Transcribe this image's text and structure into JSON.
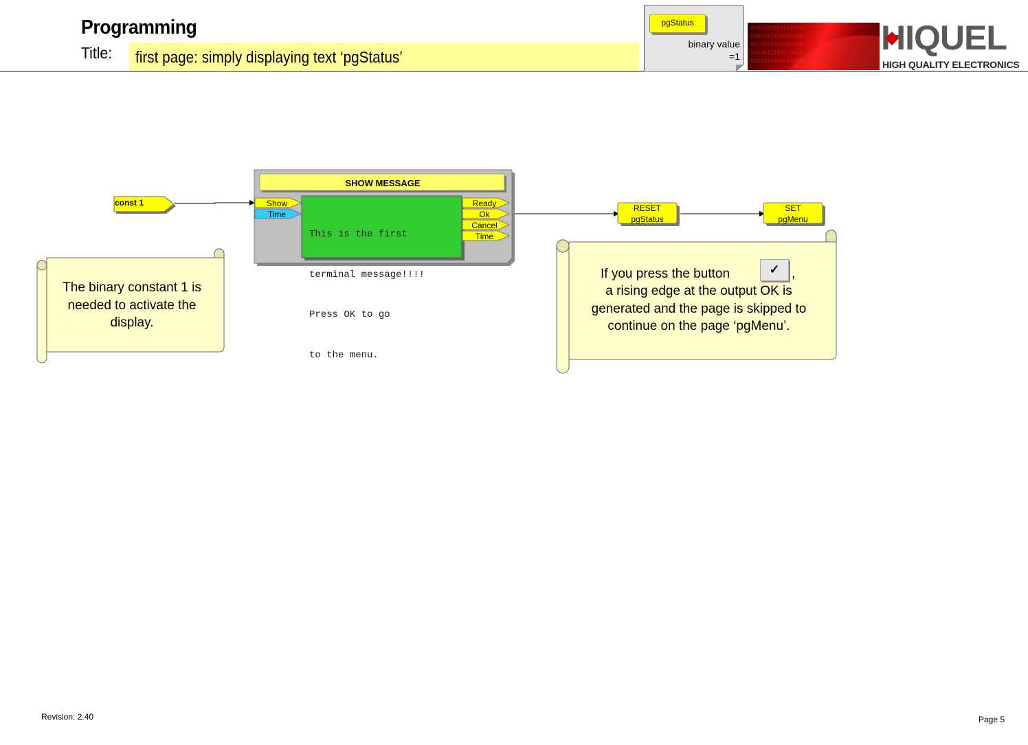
{
  "header": {
    "section": "Programming",
    "title_label": "Title:",
    "title_value": "first page: simply displaying text ‘pgStatus’"
  },
  "variable": {
    "tag": "pgStatus",
    "type": "binary value",
    "value": "=1"
  },
  "logo": {
    "wordmark": "HIQUEL",
    "tagline": "HIGH QUALITY ELECTRONICS"
  },
  "blocks": {
    "const": {
      "label": "const 1"
    },
    "show_message": {
      "title": "SHOW MESSAGE",
      "inputs": [
        "Show",
        "Time"
      ],
      "outputs": [
        "Ready",
        "Ok",
        "Cancel",
        "Time"
      ],
      "message": [
        "This is the first",
        "terminal message!!!!",
        "Press OK to go",
        "to the menu."
      ]
    },
    "reset": {
      "line1": "RESET",
      "line2": "pgStatus"
    },
    "set": {
      "line1": "SET",
      "line2": "pgMenu"
    }
  },
  "notes": {
    "left": [
      "The binary constant 1 is",
      "needed to activate the",
      "display."
    ],
    "right": {
      "line1_before": "If you press the button",
      "line1_after": ",",
      "button_glyph": "✓",
      "lines": [
        "a rising edge at the output OK is",
        "generated and the page is skipped to",
        "continue on the page ‘pgMenu’."
      ]
    }
  },
  "colors": {
    "title_box": "#ffff99",
    "block_yellow": "#ffff00",
    "message_green": "#33cc33",
    "port_blue": "#33ccff",
    "panel_gray": "#c0c0c0",
    "note_fill": "#ffffcc"
  },
  "footer": {
    "revision": "Revision: 2.40",
    "page": "Page 5"
  }
}
